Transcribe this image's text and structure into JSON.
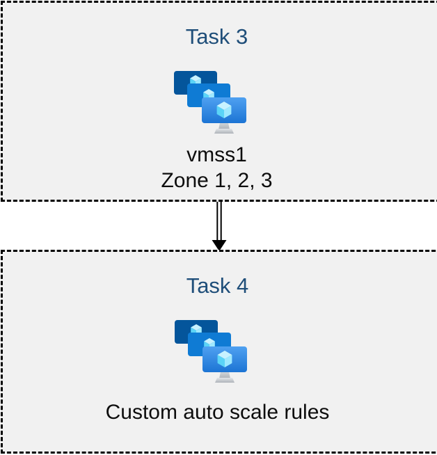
{
  "page": {
    "background": "#ffffff",
    "box_background": "#f1f1f1",
    "box_border_color": "#000000",
    "title_color": "#1f4e79",
    "text_color": "#0d0d0d",
    "arrow_color": "#000000"
  },
  "tasks": [
    {
      "title": "Task 3",
      "icon": "vm-scale-sets",
      "lines": [
        "vmss1",
        "Zone 1, 2, 3"
      ]
    },
    {
      "title": "Task 4",
      "icon": "vm-scale-sets",
      "lines": [
        "Custom auto scale rules"
      ]
    }
  ],
  "connector": {
    "style": "double-line-arrow",
    "direction": "down",
    "from": "Task 3",
    "to": "Task 4"
  },
  "icon_colors": {
    "monitor_back": "#04559b",
    "monitor_middle": "#0f7bd4",
    "monitor_front_top": "#4fa1f1",
    "monitor_front_bottom": "#1c74d4",
    "cube_top": "#c8f2ff",
    "cube_left": "#5bd4f7",
    "cube_right": "#9fe9ff",
    "stand_light": "#e3e6e9",
    "stand_dark": "#aeb3b9"
  }
}
